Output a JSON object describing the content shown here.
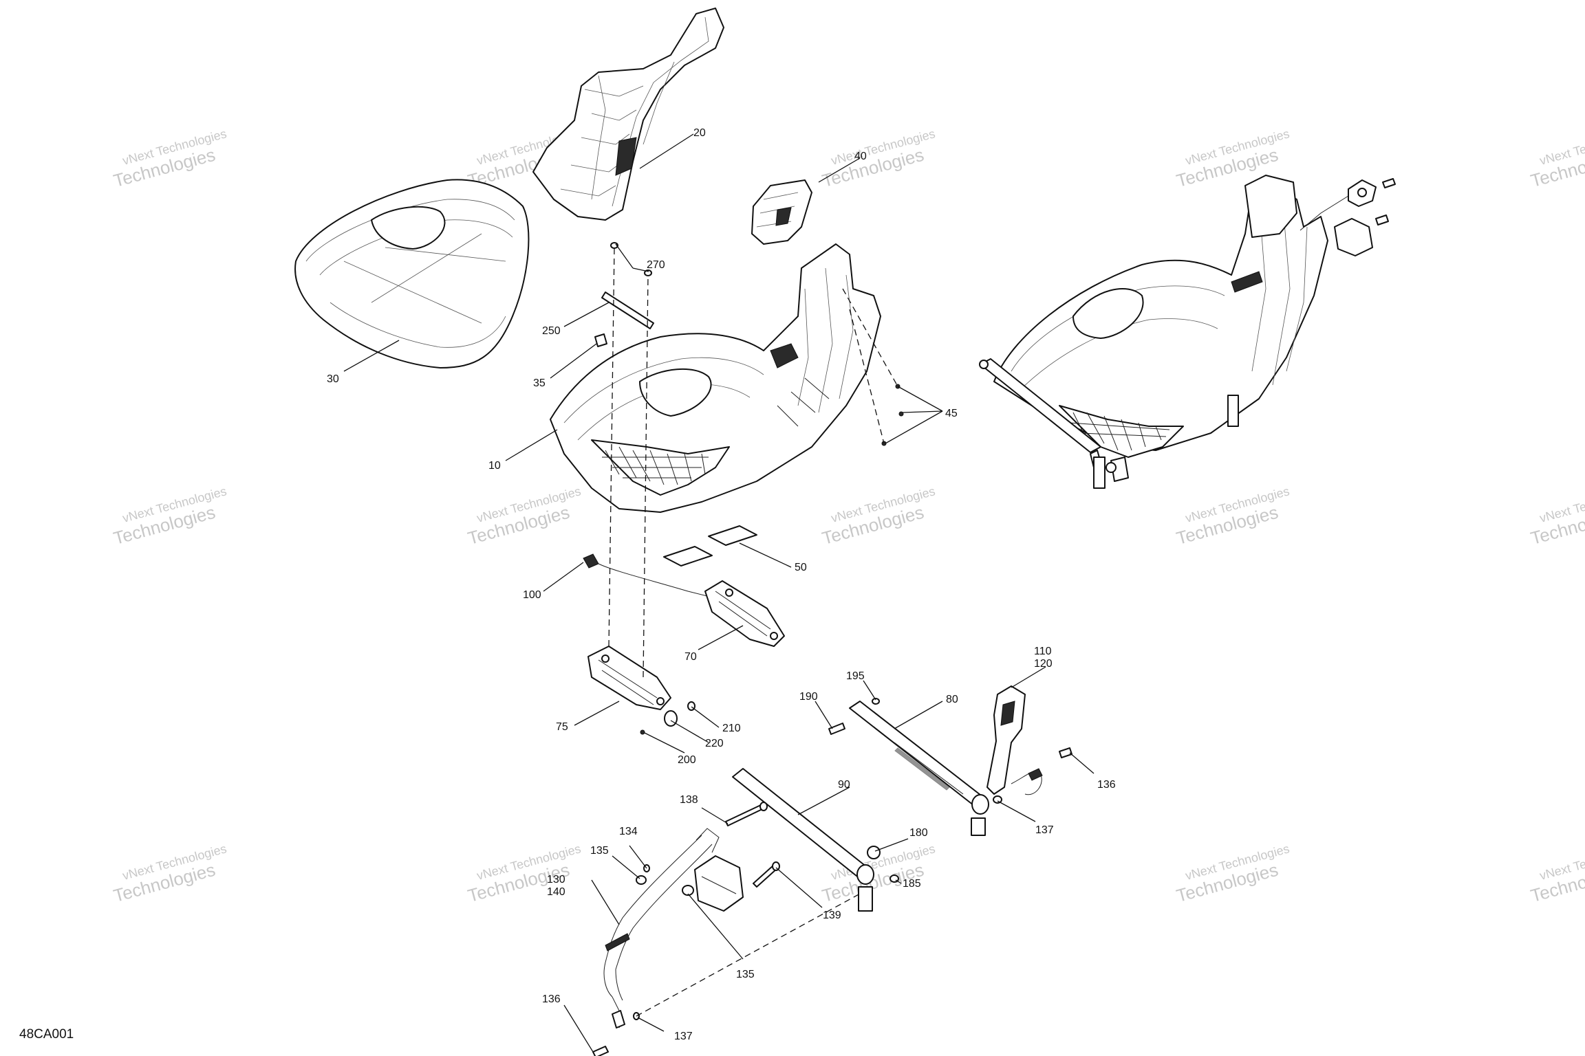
{
  "diagram_code": "48CA001",
  "watermark": {
    "line1": "vNext Technologies",
    "line2": "Technologies"
  },
  "callouts": [
    {
      "id": "c20",
      "text": "20"
    },
    {
      "id": "c30",
      "text": "30"
    },
    {
      "id": "c40",
      "text": "40"
    },
    {
      "id": "c270",
      "text": "270"
    },
    {
      "id": "c250",
      "text": "250"
    },
    {
      "id": "c35",
      "text": "35"
    },
    {
      "id": "c10",
      "text": "10"
    },
    {
      "id": "c45",
      "text": "45"
    },
    {
      "id": "c50",
      "text": "50"
    },
    {
      "id": "c100",
      "text": "100"
    },
    {
      "id": "c70",
      "text": "70"
    },
    {
      "id": "c75",
      "text": "75"
    },
    {
      "id": "c210",
      "text": "210"
    },
    {
      "id": "c220",
      "text": "220"
    },
    {
      "id": "c200",
      "text": "200"
    },
    {
      "id": "c195",
      "text": "195"
    },
    {
      "id": "c190",
      "text": "190"
    },
    {
      "id": "c80",
      "text": "80"
    },
    {
      "id": "c110",
      "text": "110"
    },
    {
      "id": "c120",
      "text": "120"
    },
    {
      "id": "c136a",
      "text": "136"
    },
    {
      "id": "c137a",
      "text": "137"
    },
    {
      "id": "c90",
      "text": "90"
    },
    {
      "id": "c138",
      "text": "138"
    },
    {
      "id": "c134",
      "text": "134"
    },
    {
      "id": "c135a",
      "text": "135"
    },
    {
      "id": "c130",
      "text": "130"
    },
    {
      "id": "c140",
      "text": "140"
    },
    {
      "id": "c180",
      "text": "180"
    },
    {
      "id": "c185",
      "text": "185"
    },
    {
      "id": "c139",
      "text": "139"
    },
    {
      "id": "c135b",
      "text": "135"
    },
    {
      "id": "c136b",
      "text": "136"
    },
    {
      "id": "c137b",
      "text": "137"
    }
  ]
}
